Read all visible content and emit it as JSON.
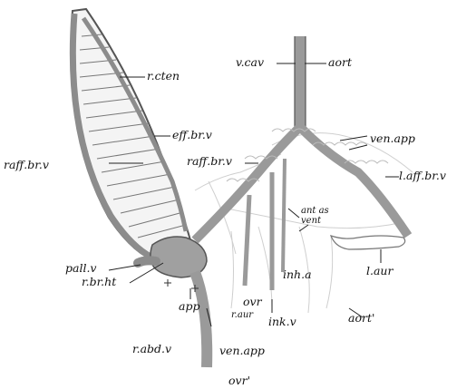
{
  "labels": {
    "r_cten": "r.cten",
    "v_cav": "v.cav",
    "aort": "aort",
    "eff_br_v": "eff.br.v",
    "ven_app_top": "ven.app",
    "raff_br_v_left": "raff.br.v",
    "raff_br_v_mid": "raff.br.v",
    "l_aff_br_v": "l.aff.br.v",
    "ant_as_vent": "ant as\nvent",
    "pall_v": "pall.v",
    "inh_a": "inh.a",
    "l_aur": "l.aur",
    "r_br_ht": "r.br.ht",
    "app": "app",
    "ovr": "ovr",
    "r_aur": "r.aur",
    "aort_prime": "aort'",
    "ink_v": "ink.v",
    "r_abd_v": "r.abd.v",
    "ven_app_bottom": "ven.app",
    "ovr_prime": "ovr'"
  },
  "colors": {
    "vessel": "#9a9a9a",
    "vessel_dark": "#6e6e6e",
    "outline": "#3a3a3a",
    "faint": "#c8c8c8"
  }
}
